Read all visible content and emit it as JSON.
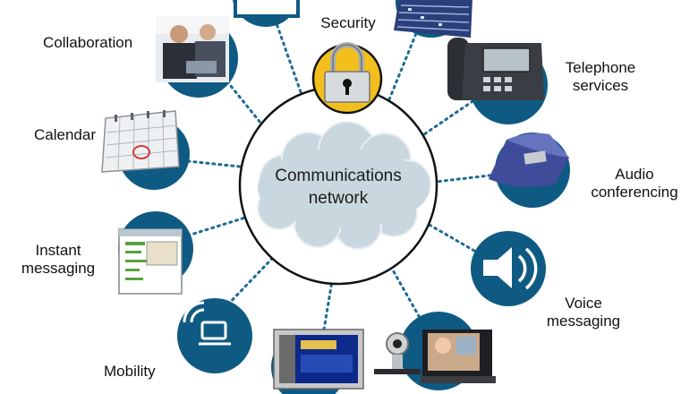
{
  "hub": {
    "line1": "Communications",
    "line2": "network"
  },
  "services": {
    "security": "Security",
    "collaboration": "Collaboration",
    "calendar": "Calendar",
    "instant_line1": "Instant",
    "instant_line2": "messaging",
    "mobility": "Mobility",
    "telephone_line1": "Telephone",
    "telephone_line2": "services",
    "audio_line1": "Audio",
    "audio_line2": "conferencing",
    "voice_line1": "Voice",
    "voice_line2": "messaging"
  },
  "colors": {
    "node_blue": "#0f5a82",
    "connector": "#1d6b95",
    "cloud_fill": "#c9d8de",
    "cloud_stroke": "#e9f0f3",
    "ring_stroke": "#111111",
    "lock_gold": "#f2bf1c"
  },
  "icons": [
    "lock-icon",
    "people-meeting-icon",
    "calendar-icon",
    "chat-window-icon",
    "wireless-laptop-icon",
    "desktop-video-icon",
    "webcam-computer-icon",
    "speaker-icon",
    "conference-phone-icon",
    "desk-phone-icon",
    "server-rack-icon",
    "monitor-icon"
  ]
}
